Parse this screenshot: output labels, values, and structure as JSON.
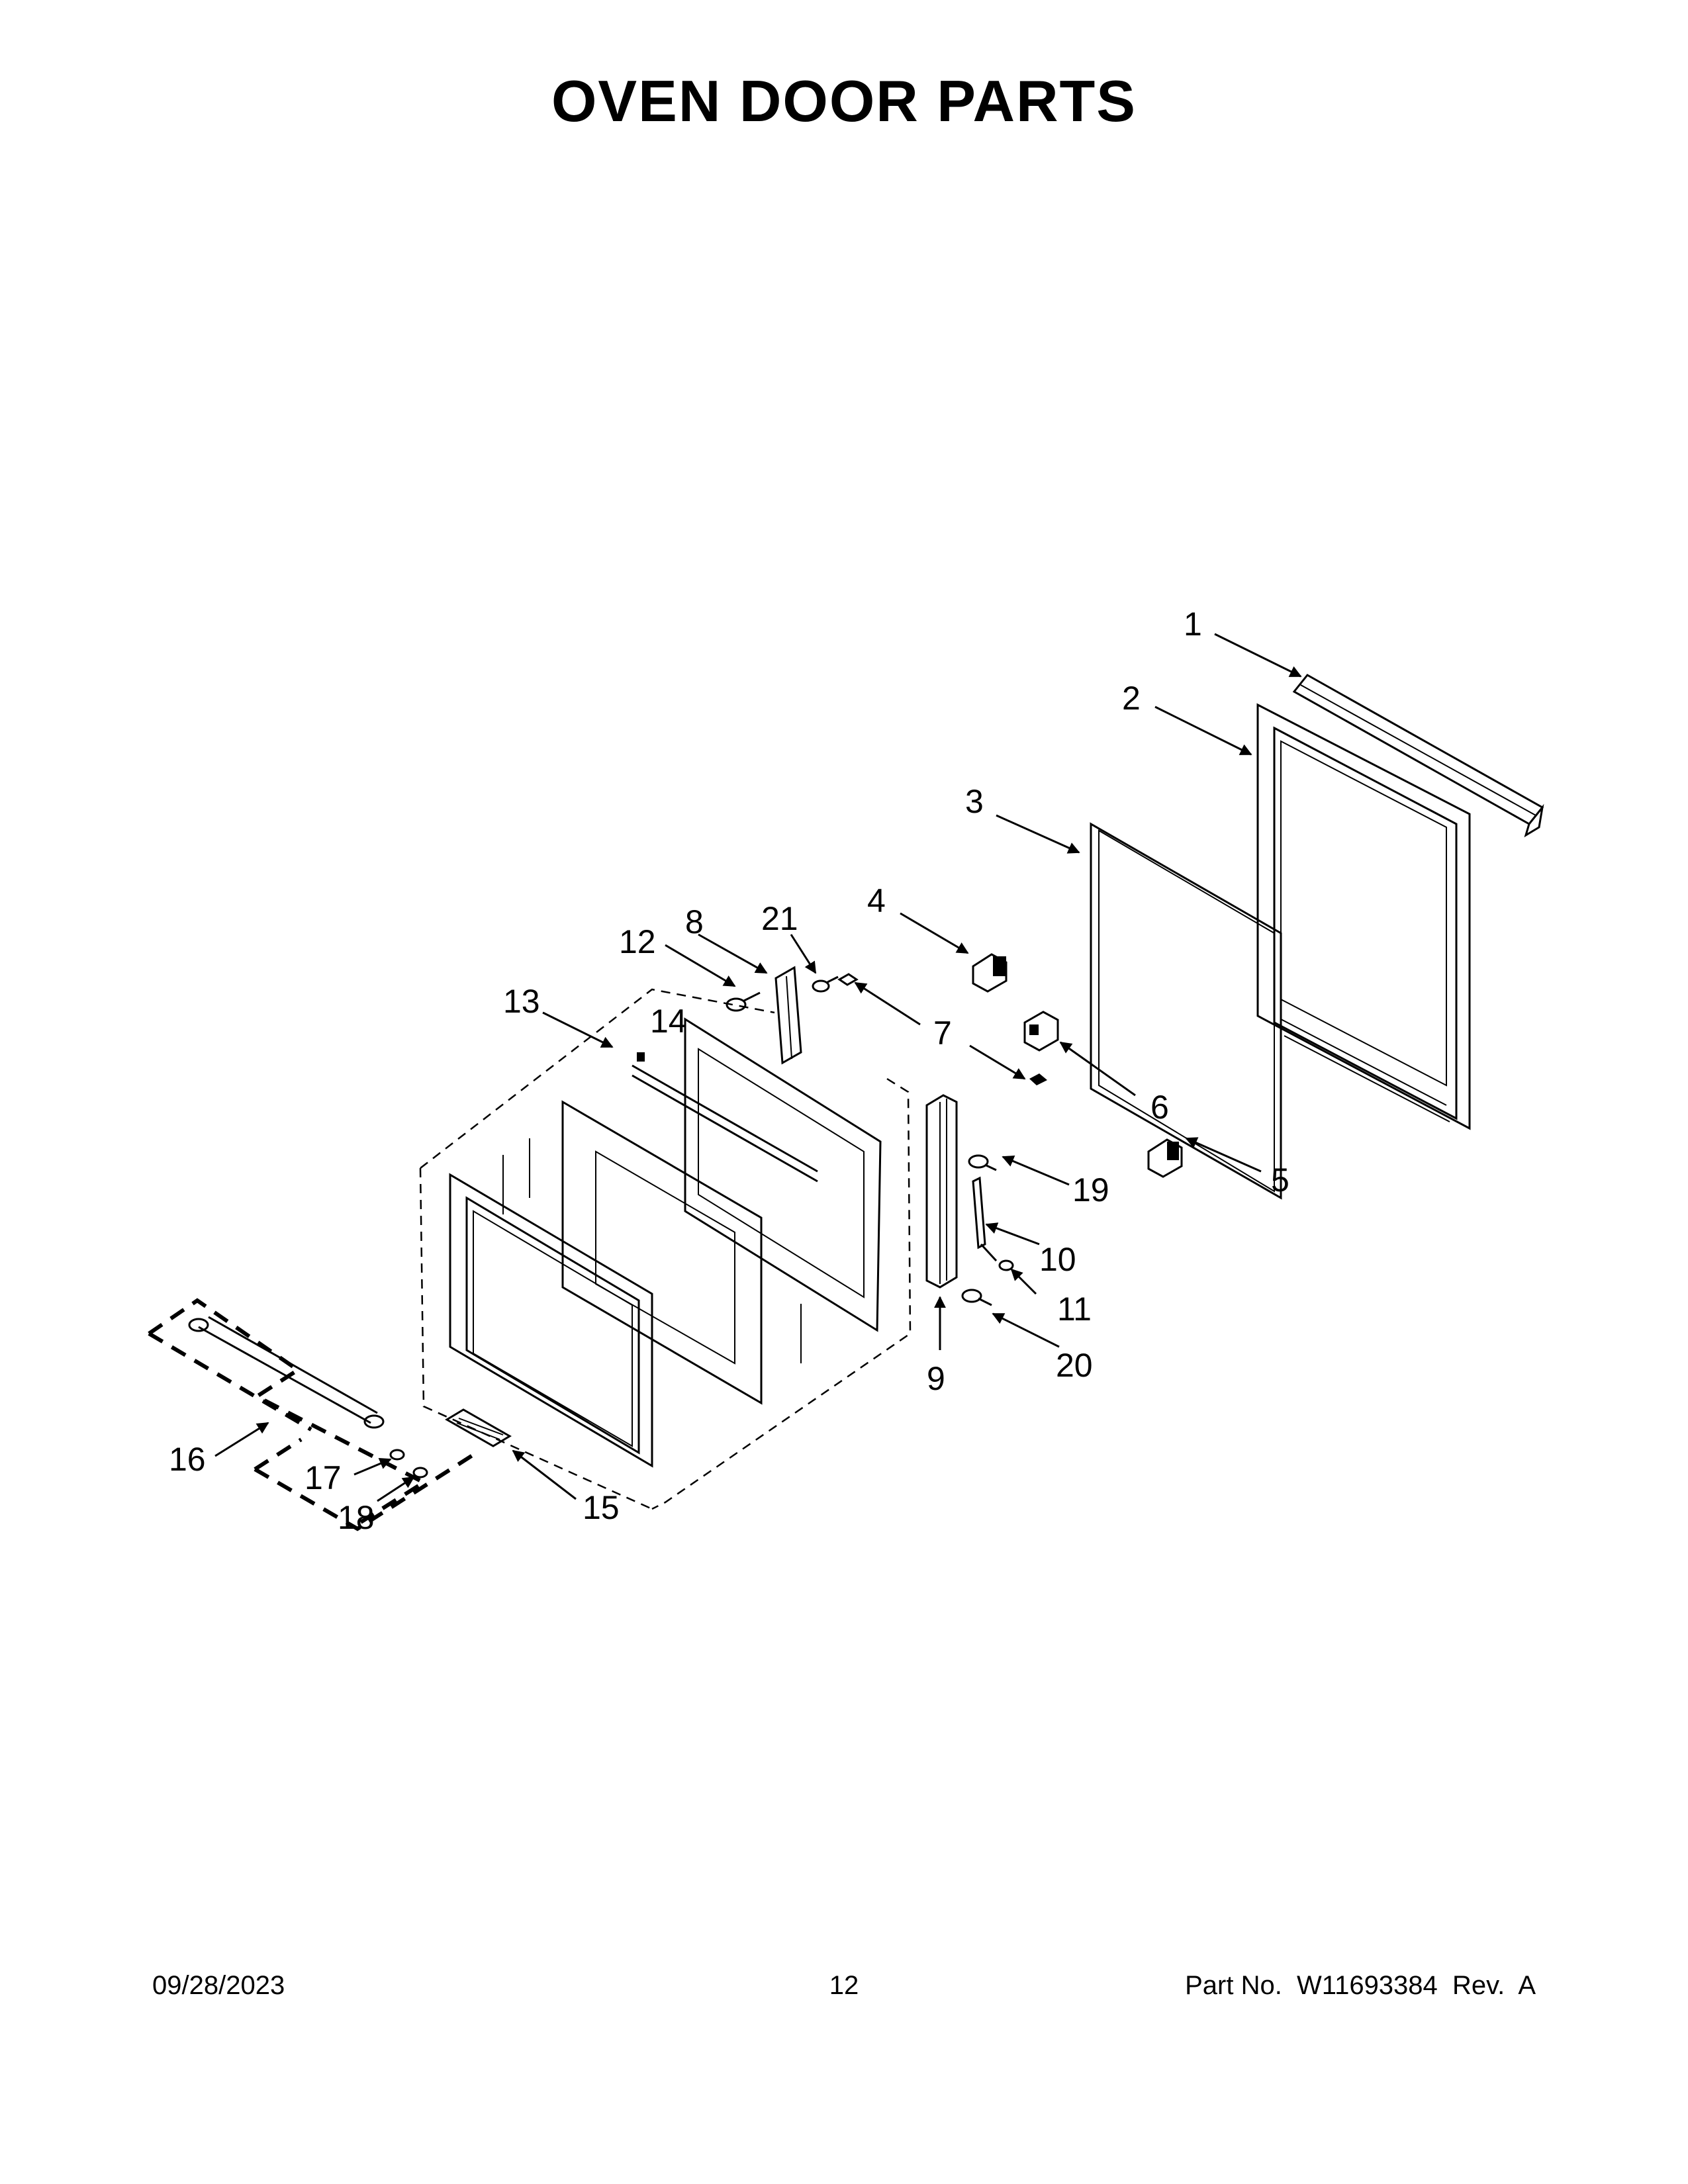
{
  "page": {
    "title": "OVEN DOOR PARTS",
    "footer": {
      "date": "09/28/2023",
      "page_number": "12",
      "part_info": "Part No.  W11693384  Rev.  A"
    }
  },
  "callouts": [
    "1",
    "2",
    "3",
    "4",
    "5",
    "6",
    "7",
    "8",
    "9",
    "10",
    "11",
    "12",
    "13",
    "14",
    "15",
    "16",
    "17",
    "18",
    "19",
    "20",
    "21"
  ]
}
